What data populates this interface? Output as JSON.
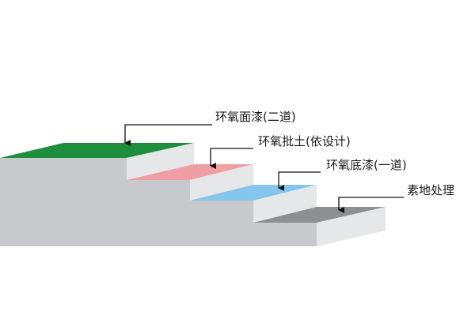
{
  "layers": [
    {
      "label": "环氧面漆(二道)",
      "top_color": "#1d8f3c"
    },
    {
      "label": "环氧批土(依设计)",
      "top_color": "#ef9ea3"
    },
    {
      "label": "环氧底漆(一道)",
      "top_color": "#84c6ee"
    },
    {
      "label": "素地处理",
      "top_color": "#8e8f91"
    }
  ],
  "colors": {
    "step_front": "#c7c9cc",
    "step_side": "#e6e7e8",
    "leader_line": "#111111"
  }
}
